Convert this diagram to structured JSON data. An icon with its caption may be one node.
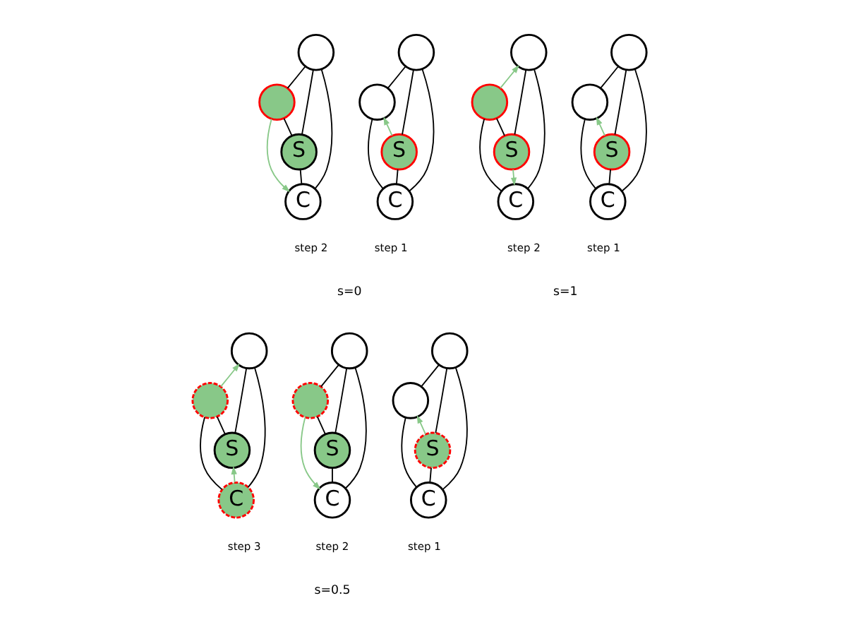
{
  "diagram": {
    "nodes": [
      {
        "text": [],
        "shape": "circle"
      },
      {
        "text": [],
        "shape": "circle"
      },
      {
        "text": [
          "S"
        ]
      },
      {
        "text": [
          "C"
        ]
      },
      {
        "text": [],
        "shape": "circle"
      },
      {
        "text": [],
        "shape": "circle"
      },
      {
        "text": [
          "S"
        ]
      },
      {
        "text": [
          "C"
        ]
      },
      {
        "text": [],
        "shape": "circle"
      },
      {
        "text": [],
        "shape": "circle"
      },
      {
        "text": [
          "S"
        ]
      },
      {
        "text": [
          "C"
        ]
      },
      {
        "text": [],
        "shape": "circle"
      },
      {
        "text": [],
        "shape": "circle"
      },
      {
        "text": [
          "S"
        ]
      },
      {
        "text": [
          "C"
        ]
      },
      {
        "text": [],
        "shape": "circle"
      },
      {
        "text": [],
        "shape": "circle"
      },
      {
        "text": [
          "S"
        ]
      },
      {
        "text": [
          "C"
        ]
      },
      {
        "text": [],
        "shape": "circle"
      },
      {
        "text": [],
        "shape": "circle"
      },
      {
        "text": [
          "S"
        ]
      },
      {
        "text": [
          "C"
        ]
      },
      {
        "text": [],
        "shape": "circle"
      },
      {
        "text": [],
        "shape": "circle"
      },
      {
        "text": [
          "S"
        ]
      },
      {
        "text": [
          "C"
        ]
      }
    ],
    "edges": [
      {
        "from": 0,
        "to": 2,
        "arrow": "none"
      },
      {
        "from": 0,
        "to": 1,
        "arrow": "none"
      },
      {
        "from": 0,
        "to": 3,
        "arrow": "none"
      },
      {
        "from": 2,
        "to": 1,
        "arrow": "to",
        "color": "#88c888"
      },
      {
        "from": 2,
        "to": 3,
        "arrow": "none"
      },
      {
        "from": 1,
        "to": 3,
        "arrow": "none"
      },
      {
        "from": 4,
        "to": 6,
        "arrow": "none"
      },
      {
        "from": 4,
        "to": 5,
        "arrow": "none"
      },
      {
        "from": 4,
        "to": 7,
        "arrow": "none"
      },
      {
        "from": 6,
        "to": 5,
        "arrow": "none"
      },
      {
        "from": 6,
        "to": 7,
        "arrow": "none"
      },
      {
        "from": 5,
        "to": 7,
        "arrow": "to",
        "color": "#88c888"
      },
      {
        "from": 8,
        "to": 10,
        "arrow": "none"
      },
      {
        "from": 8,
        "to": 9,
        "arrow": "none"
      },
      {
        "from": 8,
        "to": 11,
        "arrow": "none"
      },
      {
        "from": 10,
        "to": 9,
        "arrow": "to",
        "color": "#88c888"
      },
      {
        "from": 10,
        "to": 11,
        "arrow": "none"
      },
      {
        "from": 9,
        "to": 11,
        "arrow": "none"
      },
      {
        "from": 12,
        "to": 14,
        "arrow": "none"
      },
      {
        "from": 13,
        "to": 12,
        "arrow": "to",
        "color": "#88c888"
      },
      {
        "from": 12,
        "to": 15,
        "arrow": "none"
      },
      {
        "from": 14,
        "to": 13,
        "arrow": "none"
      },
      {
        "from": 14,
        "to": 15,
        "arrow": "to",
        "color": "#88c888"
      },
      {
        "from": 13,
        "to": 15,
        "arrow": "none"
      },
      {
        "from": 16,
        "to": 18,
        "arrow": "none"
      },
      {
        "from": 16,
        "to": 17,
        "arrow": "none"
      },
      {
        "from": 16,
        "to": 19,
        "arrow": "none"
      },
      {
        "from": 18,
        "to": 17,
        "arrow": "to",
        "color": "#88c888"
      },
      {
        "from": 18,
        "to": 19,
        "arrow": "none"
      },
      {
        "from": 17,
        "to": 19,
        "arrow": "none"
      },
      {
        "from": 20,
        "to": 22,
        "arrow": "none"
      },
      {
        "from": 20,
        "to": 21,
        "arrow": "none"
      },
      {
        "from": 20,
        "to": 23,
        "arrow": "none"
      },
      {
        "from": 22,
        "to": 21,
        "arrow": "none"
      },
      {
        "from": 22,
        "to": 23,
        "arrow": "none"
      },
      {
        "from": 21,
        "to": 23,
        "arrow": "to",
        "color": "#88c888"
      },
      {
        "from": 24,
        "to": 26,
        "arrow": "none"
      },
      {
        "from": 25,
        "to": 24,
        "arrow": "to",
        "color": "#88c888"
      },
      {
        "from": 24,
        "to": 27,
        "arrow": "none"
      },
      {
        "from": 26,
        "to": 25,
        "arrow": "none"
      },
      {
        "from": 27,
        "to": 26,
        "arrow": "to",
        "color": "#88c888"
      },
      {
        "from": 25,
        "to": 27,
        "arrow": "none"
      }
    ],
    "labels": [
      "step 1",
      "step 2",
      "step 1",
      "step 2",
      "s=0",
      "s=1",
      "step 1",
      "step 2",
      "step 3",
      "s=0.5"
    ]
  }
}
